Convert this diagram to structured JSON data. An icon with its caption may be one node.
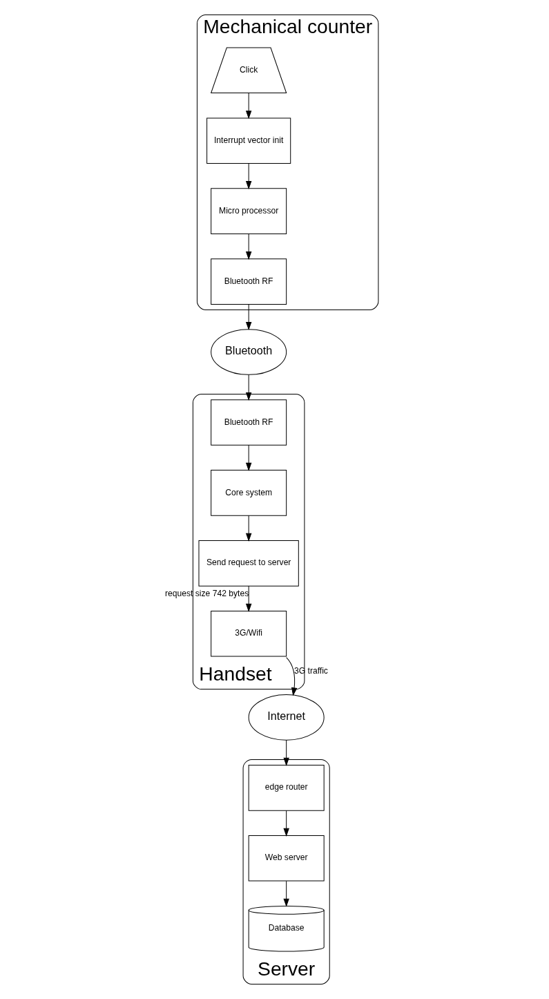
{
  "diagram": {
    "nodes": [
      {
        "text": [
          "Handset"
        ]
      },
      {
        "text": [
          "Core system"
        ],
        "in": 0
      },
      {
        "text": [
          "Send request to server"
        ],
        "in": 0
      },
      {
        "text": [
          "Bluetooth RF"
        ],
        "in": 0
      },
      {
        "text": [
          "3G/Wifi"
        ],
        "in": 0
      },
      {
        "text": [
          "Bluetooth"
        ]
      },
      {
        "text": [
          "Internet"
        ]
      },
      {
        "text": [
          "Mechanical counter"
        ]
      },
      {
        "text": [
          "Bluetooth RF"
        ],
        "in": 7
      },
      {
        "text": [
          "Micro processor"
        ],
        "in": 7
      },
      {
        "text": [
          "Interrupt vector init"
        ],
        "in": 7
      },
      {
        "text": [
          "Click"
        ],
        "in": 7
      },
      {
        "text": [
          "Server"
        ]
      },
      {
        "text": [
          "edge router"
        ],
        "in": 12
      },
      {
        "text": [
          "Web server"
        ],
        "in": 12
      },
      {
        "text": [
          "Database"
        ],
        "in": 12
      }
    ],
    "edges": [
      {
        "from": 3,
        "to": 1,
        "arrow": "to"
      },
      {
        "from": 1,
        "to": 2,
        "arrow": "to"
      },
      {
        "from": 2,
        "to": 4,
        "arrow": "to",
        "label": "request size 742 bytes"
      },
      {
        "from": 4,
        "to": 6,
        "arrow": "to",
        "label": "3G traffic"
      },
      {
        "from": 5,
        "to": 3,
        "arrow": "to"
      },
      {
        "from": 8,
        "to": 5,
        "arrow": "to"
      },
      {
        "from": 9,
        "to": 8,
        "arrow": "to"
      },
      {
        "from": 10,
        "to": 9,
        "arrow": "to"
      },
      {
        "from": 11,
        "to": 10,
        "arrow": "to"
      },
      {
        "from": 6,
        "to": 13,
        "arrow": "to"
      },
      {
        "from": 13,
        "to": 14,
        "arrow": "to"
      },
      {
        "from": 14,
        "to": 15,
        "arrow": "to"
      }
    ]
  }
}
